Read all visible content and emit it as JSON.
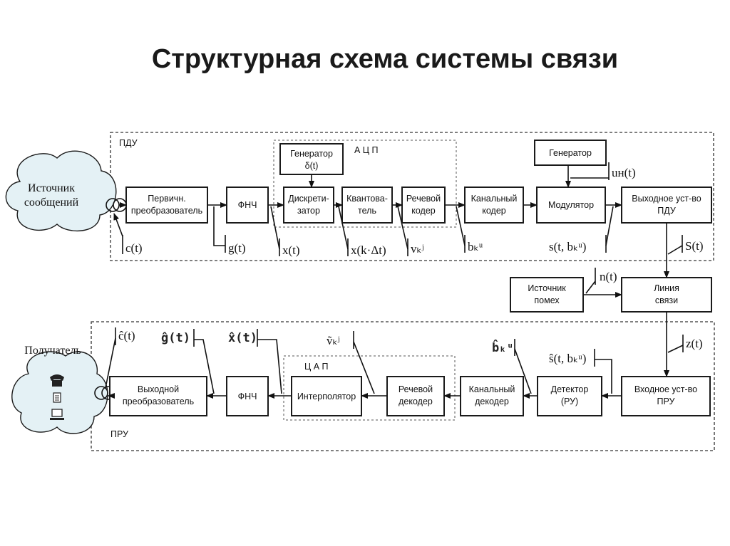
{
  "title": "Структурная схема системы связи",
  "sections": {
    "transmitter": "ПДУ",
    "receiver": "ПРУ",
    "adc": "А Ц П",
    "dac": "Ц А П"
  },
  "clouds": {
    "source": [
      "Источник",
      "сообщений"
    ],
    "receiver": "Получатель"
  },
  "blocks": {
    "primary_converter": [
      "Первичн.",
      "преобразователь"
    ],
    "lpf_tx": [
      "ФНЧ"
    ],
    "delta_generator": [
      "Генератор",
      "δ(t)"
    ],
    "sampler": [
      "Дискрети-",
      "затор"
    ],
    "quantizer": [
      "Квантова-",
      "тель"
    ],
    "speech_coder": [
      "Речевой",
      "кодер"
    ],
    "channel_coder": [
      "Канальный",
      "кодер"
    ],
    "carrier_generator": [
      "Генератор"
    ],
    "modulator": [
      "Модулятор"
    ],
    "tx_output": [
      "Выходное уст-во",
      "ПДУ"
    ],
    "noise_source": [
      "Источник",
      "помех"
    ],
    "line": [
      "Линия",
      "связи"
    ],
    "rx_input": [
      "Входное уст-во",
      "ПРУ"
    ],
    "detector": [
      "Детектор",
      "(РУ)"
    ],
    "channel_decoder": [
      "Канальный",
      "декодер"
    ],
    "speech_decoder": [
      "Речевой",
      "декодер"
    ],
    "interpolator": [
      "Интерполятор"
    ],
    "lpf_rx": [
      "ФНЧ"
    ],
    "output_converter": [
      "Выходной",
      "преобразователь"
    ]
  },
  "signals": {
    "c": "c(t)",
    "g": "g(t)",
    "x": "x(t)",
    "xk": "x(k·Δt)",
    "vk": "vₖʲ",
    "bk": "bₖᵘ",
    "un": "uн(t)",
    "s": "s(t, bₖᵘ)",
    "S": "S(t)",
    "n": "n(t)",
    "z": "z(t)",
    "s_hat": "ŝ(t, bₖᵘ)",
    "b_hat": "b̂ₖᵘ",
    "v_tilde": "ṽₖʲ",
    "x_hat": "x̂(t)",
    "g_hat": "ĝ(t)",
    "c_hat": "ĉ(t)"
  },
  "icons": [
    "phone-icon",
    "document-icon",
    "computer-icon"
  ]
}
